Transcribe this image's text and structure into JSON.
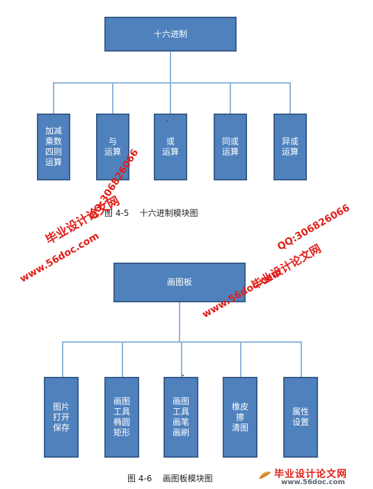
{
  "diagram1": {
    "root": "十六进制",
    "children": [
      "加减\n乘数\n四则\n运算",
      "与\n运算",
      "或\n运算",
      "同或\n运算",
      "异或\n运算"
    ],
    "caption": "图 4-5    十六进制模块图"
  },
  "diagram2": {
    "root": "画图板",
    "children": [
      "图片\n打开\n保存",
      "画图\n工具\n椭圆\n矩形",
      "画图\n工具\n画笔\n画刷",
      "橡皮\n擦\n清图",
      "属性\n设置"
    ],
    "caption": "图 4-6    画图板模块图"
  },
  "watermarks": {
    "site": "www.56doc.com",
    "qq": "QQ:306826066",
    "brand": "毕业设计论文网",
    "footer_brand": "毕业设计论文网",
    "footer_site": "www.56doc.com"
  },
  "colors": {
    "box_fill": "#4f81bd",
    "box_border": "#385d8a",
    "connector": "#8eb4d8",
    "watermark": "#e0201a"
  }
}
